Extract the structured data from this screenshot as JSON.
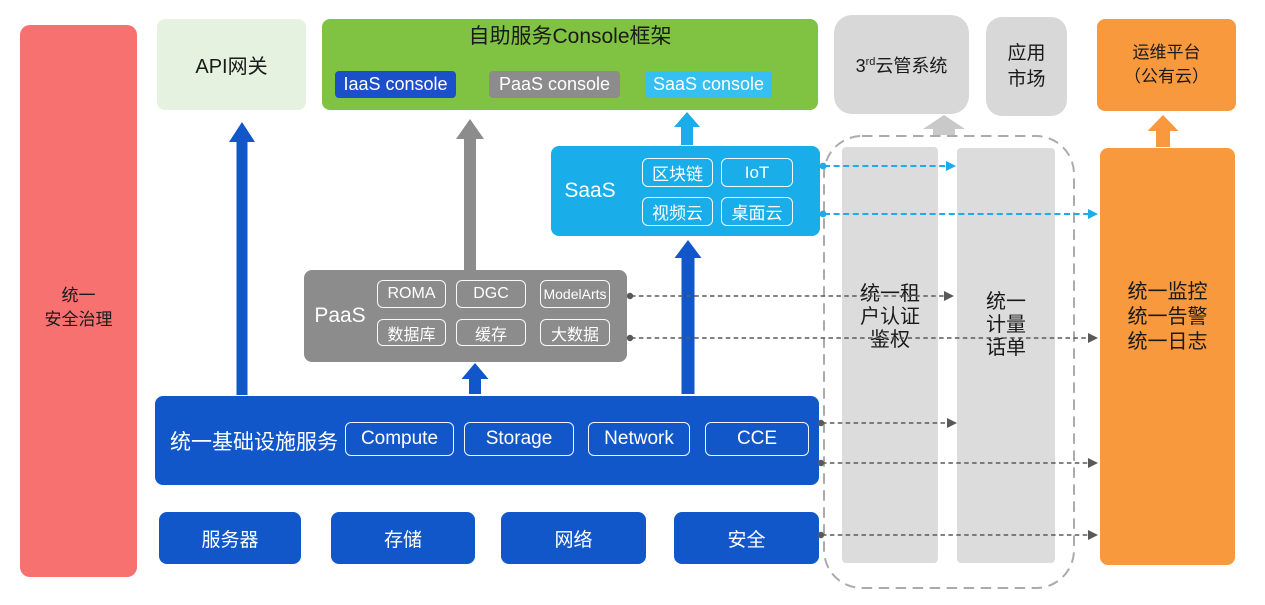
{
  "palette": {
    "red": "#F87171",
    "palegreen": "#E5F2DF",
    "green": "#80C242",
    "blue": "#1257C9",
    "blue2": "#1C50CB",
    "skyblue": "#19ADEA",
    "skyblue2": "#36BFF2",
    "gray": "#8C8C8C",
    "lightgray": "#D8D8D8",
    "lightgray2": "#DCDCDC",
    "orange": "#F8993E",
    "dashrect": "#ABABAB",
    "dashline_gray": "#595959",
    "arrow_gray_light": "#C9C9C9",
    "text_dark": "#1a1a1a"
  },
  "security_bar": {
    "label": "统一\n安全治理"
  },
  "api_gateway": {
    "label": "API网关"
  },
  "console_frame": {
    "title": "自助服务Console框架",
    "buttons": [
      {
        "label": "IaaS console"
      },
      {
        "label": "PaaS console"
      },
      {
        "label": "SaaS console"
      }
    ]
  },
  "third_party": {
    "label_prefix": "3",
    "label_sup": "rd",
    "label_suffix": "云管系统"
  },
  "app_market": {
    "label": "应用\n市场"
  },
  "ops_platform": {
    "label": "运维平台\n（公有云）"
  },
  "saas": {
    "label": "SaaS",
    "items": [
      "区块链",
      "IoT",
      "视频云",
      "桌面云"
    ]
  },
  "paas": {
    "label": "PaaS",
    "items": [
      "ROMA",
      "DGC",
      "ModelArts",
      "数据库",
      "缓存",
      "大数据"
    ]
  },
  "infra": {
    "label": "统一基础设施服务",
    "items": [
      "Compute",
      "Storage",
      "Network",
      "CCE"
    ]
  },
  "hardware": {
    "items": [
      "服务器",
      "存储",
      "网络",
      "安全"
    ]
  },
  "auth_bar": {
    "label": "统一租\n户认证\n鉴权"
  },
  "metering_bar": {
    "label": "统一\n计量\n话单"
  },
  "monitor_box": {
    "label": "统一监控\n统一告警\n统一日志"
  }
}
